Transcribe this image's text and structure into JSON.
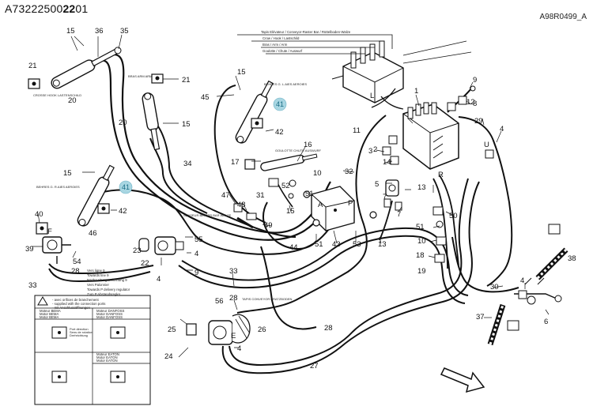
{
  "header": {
    "doc_number_prefix": "A73222500",
    "doc_number_bold": "22",
    "doc_number_suffix": "01",
    "ref_code": "A98R0499_A"
  },
  "callouts": [
    {
      "id": "c36",
      "n": "36"
    },
    {
      "id": "c35",
      "n": "35"
    },
    {
      "id": "c15a",
      "n": "15"
    },
    {
      "id": "c21a",
      "n": "21"
    },
    {
      "id": "c20a",
      "n": "20"
    },
    {
      "id": "c21b",
      "n": "21"
    },
    {
      "id": "c20b",
      "n": "20"
    },
    {
      "id": "c15b",
      "n": "15"
    },
    {
      "id": "c45",
      "n": "45"
    },
    {
      "id": "c15c",
      "n": "15"
    },
    {
      "id": "c42a",
      "n": "42"
    },
    {
      "id": "c34",
      "n": "34"
    },
    {
      "id": "c15d",
      "n": "15"
    },
    {
      "id": "c42b",
      "n": "42"
    },
    {
      "id": "c17",
      "n": "17"
    },
    {
      "id": "c16",
      "n": "16"
    },
    {
      "id": "c10a",
      "n": "10"
    },
    {
      "id": "c32",
      "n": "32"
    },
    {
      "id": "c52",
      "n": "52"
    },
    {
      "id": "c47",
      "n": "47"
    },
    {
      "id": "c48",
      "n": "48"
    },
    {
      "id": "c31",
      "n": "31"
    },
    {
      "id": "c49",
      "n": "49"
    },
    {
      "id": "c15e",
      "n": "15"
    },
    {
      "id": "c51a",
      "n": "51"
    },
    {
      "id": "c44",
      "n": "44"
    },
    {
      "id": "c51b",
      "n": "51"
    },
    {
      "id": "c43",
      "n": "43"
    },
    {
      "id": "c53",
      "n": "53"
    },
    {
      "id": "c13a",
      "n": "13"
    },
    {
      "id": "c40",
      "n": "40"
    },
    {
      "id": "c46",
      "n": "46"
    },
    {
      "id": "c39",
      "n": "39"
    },
    {
      "id": "c54",
      "n": "54"
    },
    {
      "id": "c23",
      "n": "23"
    },
    {
      "id": "c55",
      "n": "55"
    },
    {
      "id": "c4a",
      "n": "4"
    },
    {
      "id": "c22",
      "n": "22"
    },
    {
      "id": "c9a",
      "n": "9"
    },
    {
      "id": "c28a",
      "n": "28"
    },
    {
      "id": "c33a",
      "n": "33"
    },
    {
      "id": "c4b",
      "n": "4"
    },
    {
      "id": "c33b",
      "n": "33"
    },
    {
      "id": "c28b",
      "n": "28"
    },
    {
      "id": "c56",
      "n": "56"
    },
    {
      "id": "c26",
      "n": "26"
    },
    {
      "id": "c25",
      "n": "25"
    },
    {
      "id": "c28c",
      "n": "28"
    },
    {
      "id": "c4c",
      "n": "4"
    },
    {
      "id": "c24",
      "n": "24"
    },
    {
      "id": "c27",
      "n": "27"
    },
    {
      "id": "c9b",
      "n": "9"
    },
    {
      "id": "c1",
      "n": "1"
    },
    {
      "id": "c12",
      "n": "12"
    },
    {
      "id": "c8",
      "n": "8"
    },
    {
      "id": "c11",
      "n": "11"
    },
    {
      "id": "c2",
      "n": "2"
    },
    {
      "id": "c29",
      "n": "29"
    },
    {
      "id": "c3",
      "n": "3"
    },
    {
      "id": "c4d",
      "n": "4"
    },
    {
      "id": "c14",
      "n": "14"
    },
    {
      "id": "c5",
      "n": "5"
    },
    {
      "id": "c13b",
      "n": "13"
    },
    {
      "id": "c7a",
      "n": "7"
    },
    {
      "id": "c7b",
      "n": "7"
    },
    {
      "id": "c50",
      "n": "50"
    },
    {
      "id": "c51c",
      "n": "51"
    },
    {
      "id": "c10b",
      "n": "10"
    },
    {
      "id": "c18",
      "n": "18"
    },
    {
      "id": "c19",
      "n": "19"
    },
    {
      "id": "c30",
      "n": "30"
    },
    {
      "id": "c4e",
      "n": "4"
    },
    {
      "id": "c38",
      "n": "38"
    },
    {
      "id": "c6",
      "n": "6"
    },
    {
      "id": "c37",
      "n": "37"
    }
  ],
  "bubbles": {
    "b41a": "41",
    "b41b": "41"
  },
  "letters": {
    "A": "A",
    "P": "P",
    "R": "R",
    "L": "L",
    "F": "F",
    "E": "E",
    "U": "U"
  },
  "labels": {
    "valve_labels": [
      "Tapis Elévateur / Conveyor-Raster Bar / Rüttelboden-Walze",
      "Crow / Hook / Lastschild",
      "Bras / Arm / Arm",
      "Goulotte / Chute / Auswurf"
    ],
    "cut_left_a": "CROSSE HOOK LASTENSCHILD",
    "cut_left_b": "BRAS ARM ARM",
    "cut_mid_a": "BEHRES G. L.AIES AEROIES",
    "cut_left_c": "BEHRES G. R.AIES AEROIES",
    "cut_chute": "GOULOTTE CHUTE AUSWURF",
    "sensor": "SENSEUR BEATER BAR WALZE",
    "vers": [
      "Vers ligne 9",
      "Towards line 9",
      "Nach Leitungszeichnung 9",
      "Vers Palonnier",
      "Towards P delivery regulator",
      "Zum P.Abstandsregler"
    ],
    "tapis": "TAPIS CONVEYOR KRATZBODEN",
    "notice": [
      "- avec orifices de branchement",
      "- supplied with the connection ports",
      "- mit Anschlussöffnungen"
    ],
    "motor_bema": [
      "Moteur BEMA",
      "Motor BEMA",
      "Motor BEMA"
    ],
    "motor_danfoss": [
      "Moteur DANFOSS",
      "Motor DANFOSS",
      "Motor DANFOSS"
    ],
    "motor_eaton": [
      "Moteur EATON",
      "Motor EATON",
      "Motor EATON"
    ],
    "table_small": [
      "Port direction",
      "Sens de rotation",
      "Drehrichtung"
    ]
  }
}
